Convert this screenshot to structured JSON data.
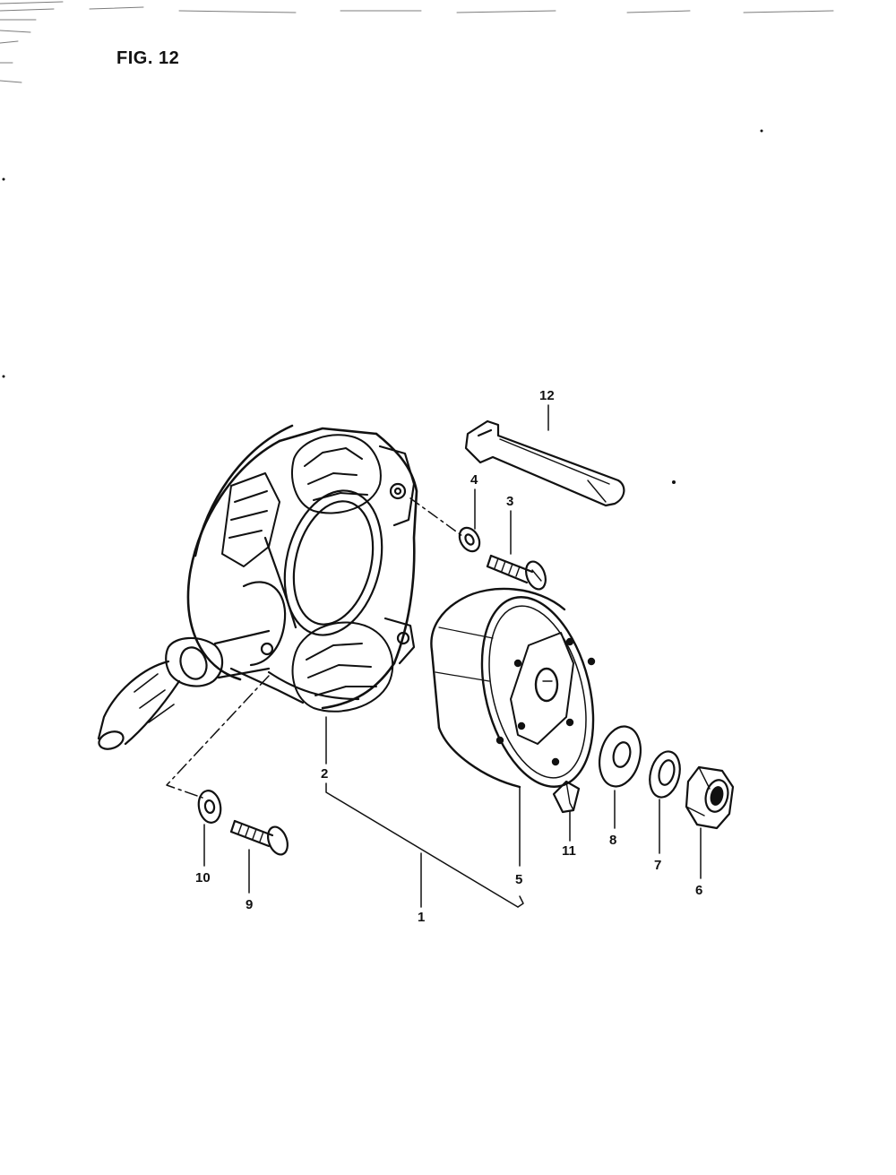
{
  "figure": {
    "title": "FIG. 12"
  },
  "parts": [
    {
      "ref": "1"
    },
    {
      "ref": "2"
    },
    {
      "ref": "3"
    },
    {
      "ref": "4"
    },
    {
      "ref": "5"
    },
    {
      "ref": "6"
    },
    {
      "ref": "7"
    },
    {
      "ref": "8"
    },
    {
      "ref": "9"
    },
    {
      "ref": "10"
    },
    {
      "ref": "11"
    },
    {
      "ref": "12"
    }
  ],
  "colors": {
    "ink": "#111111",
    "paper": "#ffffff"
  }
}
